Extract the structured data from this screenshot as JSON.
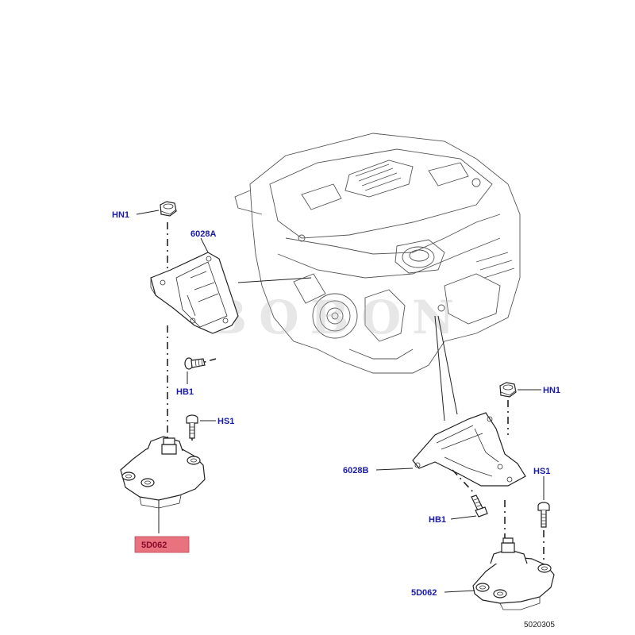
{
  "callouts": {
    "hn1_left": "HN1",
    "bracket_left": "6028A",
    "hb1_left": "HB1",
    "hs1_left": "HS1",
    "mount_left": "5D062",
    "hn1_right": "HN1",
    "bracket_right": "6028B",
    "hs1_right": "HS1",
    "hb1_right": "HB1",
    "mount_right": "5D062"
  },
  "reference_number": "5020305",
  "watermark": "BOBON",
  "highlight_color": "#e8727e",
  "callout_color": "#1a1aa8",
  "icons": [
    "engine-illustration",
    "nut-icon",
    "bolt-icon",
    "bracket-icon",
    "engine-mount-icon"
  ]
}
